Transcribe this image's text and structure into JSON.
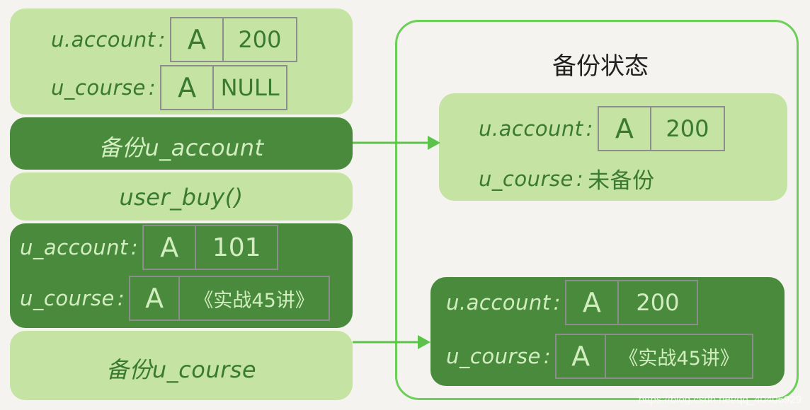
{
  "left_column": {
    "state_initial": {
      "account_label": "u.account",
      "account_key": "A",
      "account_value": "200",
      "course_label": "u_course",
      "course_key": "A",
      "course_value": "NULL"
    },
    "step_backup_account": "备份u_account",
    "step_user_buy": "user_buy()",
    "state_after_buy": {
      "account_label": "u_account",
      "account_key": "A",
      "account_value": "101",
      "course_label": "u_course",
      "course_key": "A",
      "course_value": "《实战45讲》"
    },
    "step_backup_course": "备份u_course"
  },
  "backup_panel": {
    "title": "备份状态",
    "snapshot_1": {
      "account_label": "u.account",
      "account_key": "A",
      "account_value": "200",
      "course_label": "u_course",
      "course_text": "未备份"
    },
    "snapshot_2": {
      "account_label": "u.account",
      "account_key": "A",
      "account_value": "200",
      "course_label": "u_course",
      "course_key": "A",
      "course_value": "《实战45讲》"
    }
  },
  "colon": ":",
  "watermark": "https://blog.csdn.net/qq_40406929",
  "colors": {
    "light_block": "#c5e3a3",
    "dark_block": "#4a8a3c",
    "container_border": "#6bcf58",
    "arrow": "#5cc24a"
  }
}
